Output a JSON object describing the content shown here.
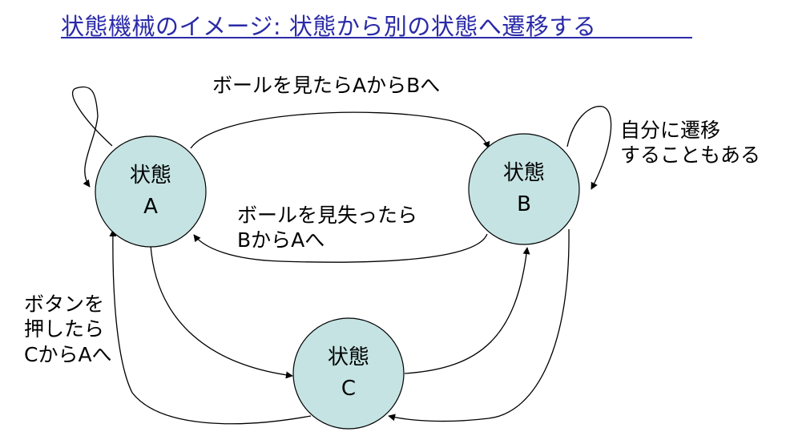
{
  "title": "状態機械のイメージ:  状態から別の状態へ遷移する",
  "states": [
    {
      "name": "状態",
      "letter": "A"
    },
    {
      "name": "状態",
      "letter": "B"
    },
    {
      "name": "状態",
      "letter": "C"
    }
  ],
  "labels": {
    "a_to_b": "ボールを見たらAからBへ",
    "b_to_a_line1": "ボールを見失ったら",
    "b_to_a_line2": "BからAへ",
    "self_line1": "自分に遷移",
    "self_line2": "することもある",
    "c_to_a_line1": "ボタンを",
    "c_to_a_line2": "押したら",
    "c_to_a_line3": "CからAへ"
  },
  "colors": {
    "title": "#2a2aa8",
    "state_fill": "#c5e3e3",
    "stroke": "#000000"
  }
}
